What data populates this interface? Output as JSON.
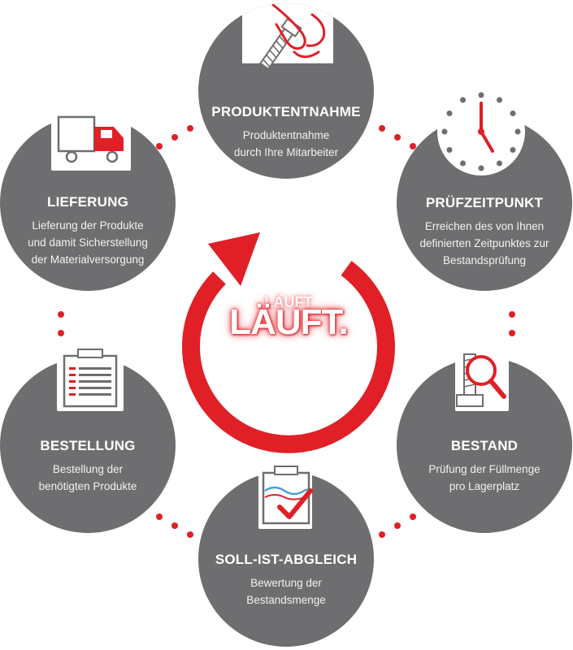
{
  "colors": {
    "circle": "#6e6e70",
    "accent": "#e01f26",
    "text": "#ffffff"
  },
  "center": {
    "logo_top": "LÄUFT",
    "logo_text": "LÄUFT."
  },
  "steps": [
    {
      "title": "PRODUKTENTNAHME",
      "lines": [
        "Produktentnahme",
        "durch Ihre Mitarbeiter"
      ],
      "icon": "screw-grab-icon"
    },
    {
      "title": "PRÜFZEITPUNKT",
      "lines": [
        "Erreichen des von Ihnen",
        "definierten Zeitpunktes zur",
        "Bestandsprüfung"
      ],
      "icon": "clock-icon"
    },
    {
      "title": "BESTAND",
      "lines": [
        "Prüfung der Füllmenge",
        "pro Lagerplatz"
      ],
      "icon": "magnifier-bolt-icon"
    },
    {
      "title": "SOLL-IST-ABGLEICH",
      "lines": [
        "Bewertung der",
        "Bestandsmenge"
      ],
      "icon": "clipboard-check-icon"
    },
    {
      "title": "BESTELLUNG",
      "lines": [
        "Bestellung der",
        "benötigten Produkte"
      ],
      "icon": "clipboard-list-icon"
    },
    {
      "title": "LIEFERUNG",
      "lines": [
        "Lieferung der Produkte",
        "und damit Sicherstellung",
        "der Materialversorgung"
      ],
      "icon": "truck-icon"
    }
  ]
}
